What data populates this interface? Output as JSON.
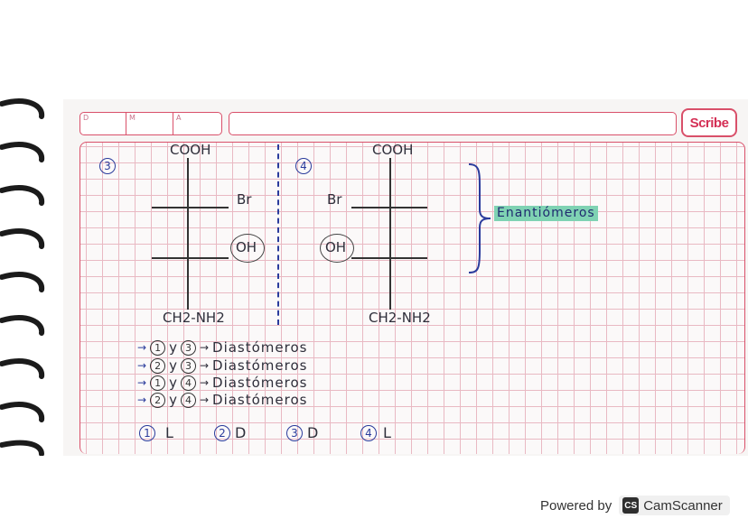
{
  "header": {
    "date_labels": [
      "D",
      "M",
      "A"
    ],
    "brand": "Scribe"
  },
  "structures": [
    {
      "number": "3",
      "top": "COOH",
      "upper_sub": "Br",
      "lower_sub": "OH",
      "bottom": "CH2-NH2"
    },
    {
      "number": "4",
      "top": "COOH",
      "upper_sub": "Br",
      "lower_sub": "OH",
      "bottom": "CH2-NH2"
    }
  ],
  "relationship_label": "Enantiómeros",
  "comparisons": [
    {
      "a": "1",
      "b": "3",
      "result": "Diastómeros"
    },
    {
      "a": "2",
      "b": "3",
      "result": "Diastómeros"
    },
    {
      "a": "1",
      "b": "4",
      "result": "Diastómeros"
    },
    {
      "a": "2",
      "b": "4",
      "result": "Diastómeros"
    }
  ],
  "conjunction": "y",
  "configurations": [
    {
      "number": "1",
      "config": "L"
    },
    {
      "number": "2",
      "config": "D"
    },
    {
      "number": "3",
      "config": "D"
    },
    {
      "number": "4",
      "config": "L"
    }
  ],
  "footer": {
    "powered_by": "Powered by",
    "logo_badge": "CS",
    "app_name": "CamScanner"
  },
  "colors": {
    "margin_pink": "#d9506a",
    "ink_blue": "#2a3b9c",
    "highlight": "#7fd2b3"
  }
}
